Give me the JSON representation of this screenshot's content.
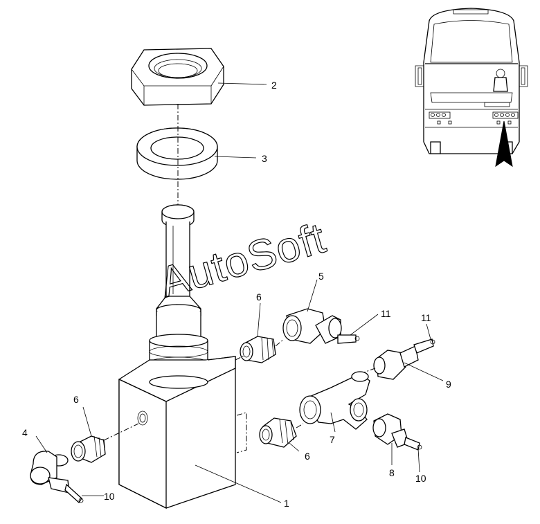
{
  "watermark": "AutoSoft",
  "callouts": {
    "c1": "1",
    "c2": "2",
    "c3": "3",
    "c4": "4",
    "c5": "5",
    "c6a": "6",
    "c6b": "6",
    "c6c": "6",
    "c7": "7",
    "c8": "8",
    "c9": "9",
    "c10a": "10",
    "c10b": "10",
    "c11a": "11",
    "c11b": "11"
  },
  "inset": {
    "subject": "bus-front-view",
    "arrow": "location-arrow"
  }
}
